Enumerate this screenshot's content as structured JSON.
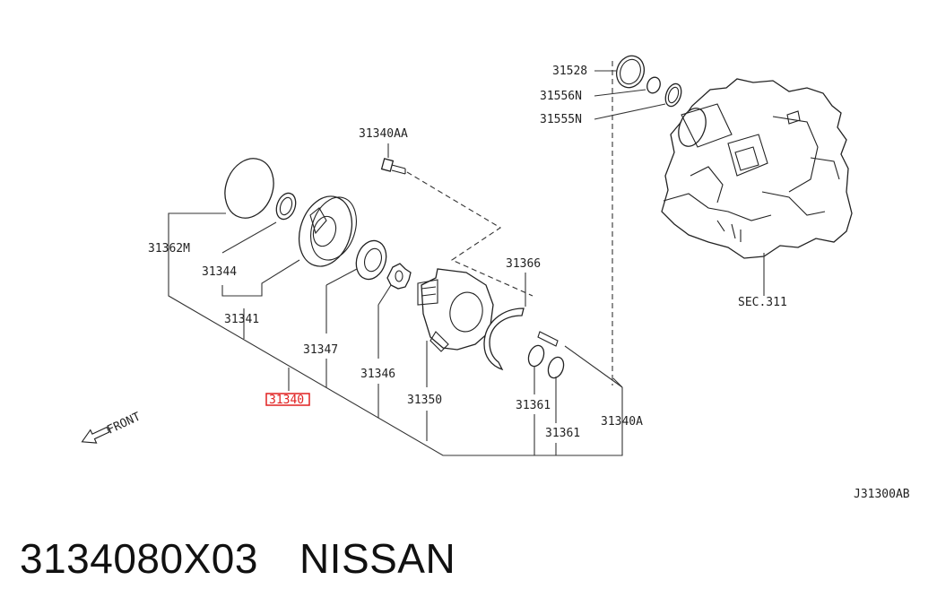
{
  "diagram": {
    "labels": {
      "p31528": "31528",
      "p31556n": "31556N",
      "p31555n": "31555N",
      "p31340aa": "31340AA",
      "p31366": "31366",
      "p31362m": "31362M",
      "p31344": "31344",
      "p31341": "31341",
      "p31347": "31347",
      "p31346": "31346",
      "p31340": "31340",
      "p31350": "31350",
      "p31361a": "31361",
      "p31361b": "31361",
      "p31340a": "31340A",
      "sec": "SEC.311",
      "front": "FRONT",
      "ref": "J31300AB"
    },
    "highlight_color": "#e02020"
  },
  "footer": {
    "part_number": "3134080X03",
    "brand": "NISSAN"
  }
}
